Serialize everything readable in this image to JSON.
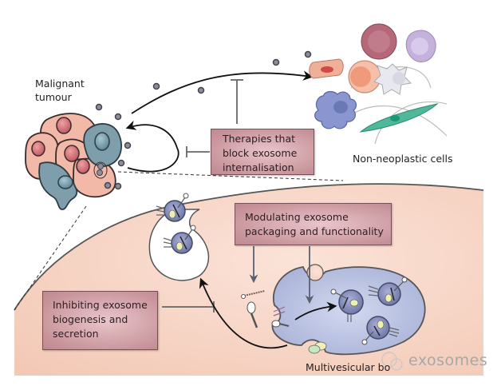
{
  "labels": {
    "malignant_tumour": [
      "Malignant",
      "tumour"
    ],
    "non_neoplastic_cells": "Non-neoplastic cells",
    "multivesicular_body": "Multivesicular bo"
  },
  "boxes": {
    "therapies_block_internalisation": [
      "Therapies that",
      "block exosome",
      "internalisation"
    ],
    "modulating_packaging": [
      "Modulating exosome",
      "packaging and functionality"
    ],
    "inhibiting_biogenesis": [
      "Inhibiting exosome",
      "biogenesis and",
      "secretion"
    ]
  },
  "watermark": {
    "text": "exosomes",
    "icon": "wechat-icon"
  },
  "colors": {
    "tumour_cell_pink": "#f2b8a8",
    "tumour_cell_blue": "#7f9eab",
    "host_cell_background": "#f7d6c8",
    "mvb_blue": "#b8c0e0",
    "exosome_gray": "#8c8ca0",
    "therapy_box": "#c9959c",
    "arrow": "#111111",
    "inhibitor": "#666666"
  }
}
